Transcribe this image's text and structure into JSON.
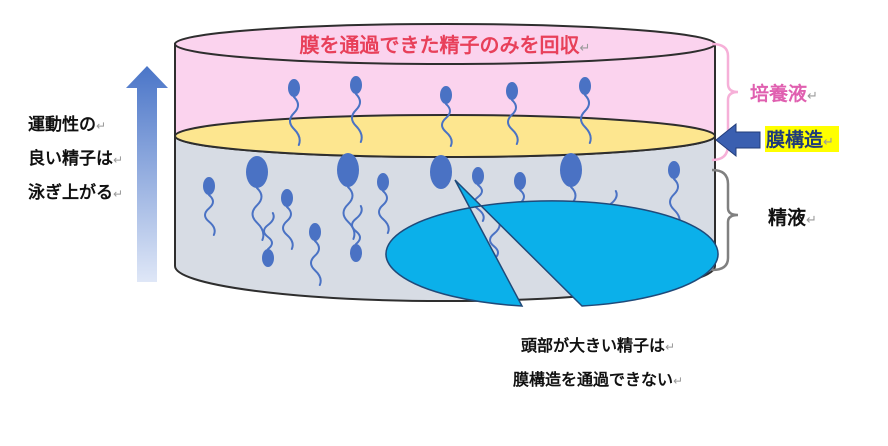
{
  "title_text": "膜を通過できた精子のみを回収",
  "left_caption": {
    "lines": [
      "運動性の",
      "良い精子は",
      "泳ぎ上がる"
    ]
  },
  "right_labels": {
    "culture": "培養液",
    "membrane": "膜構造",
    "semen": "精液"
  },
  "callout": {
    "lines": [
      "頭部が大きい精子は",
      "膜構造を通過できない"
    ]
  },
  "return_mark": "↵",
  "colors": {
    "culture_fill": "#fbd3ee",
    "membrane_fill": "#fde68f",
    "semen_fill": "#d7dce4",
    "sperm": "#4a72c4",
    "title": "#e8405a",
    "culture_label": "#e060b0",
    "highlight": "#ffff00",
    "arrow": "#3a5fb0",
    "callout": "#0bb0ea",
    "brace": "#808080"
  }
}
